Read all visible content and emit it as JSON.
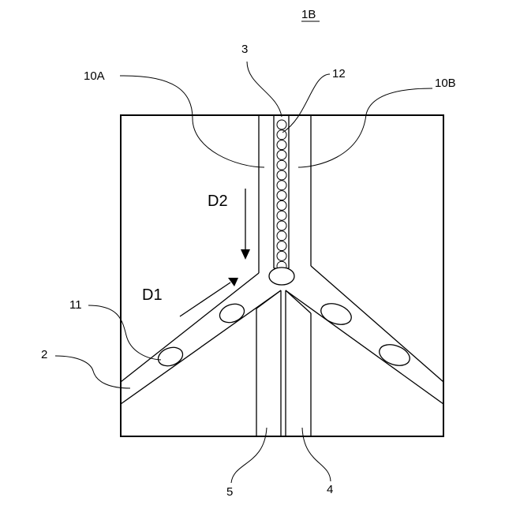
{
  "figure": {
    "id": "1B",
    "stroke_color": "#000000",
    "background": "#ffffff",
    "bead_count": 15,
    "labels": {
      "first_channel": "2",
      "second_channel": "3",
      "outlet_right": "4",
      "outlet_left": "5",
      "wall_left": "10A",
      "wall_right": "10B",
      "droplet": "11",
      "bead": "12"
    },
    "directions": {
      "d1": "D1",
      "d2": "D2"
    }
  }
}
